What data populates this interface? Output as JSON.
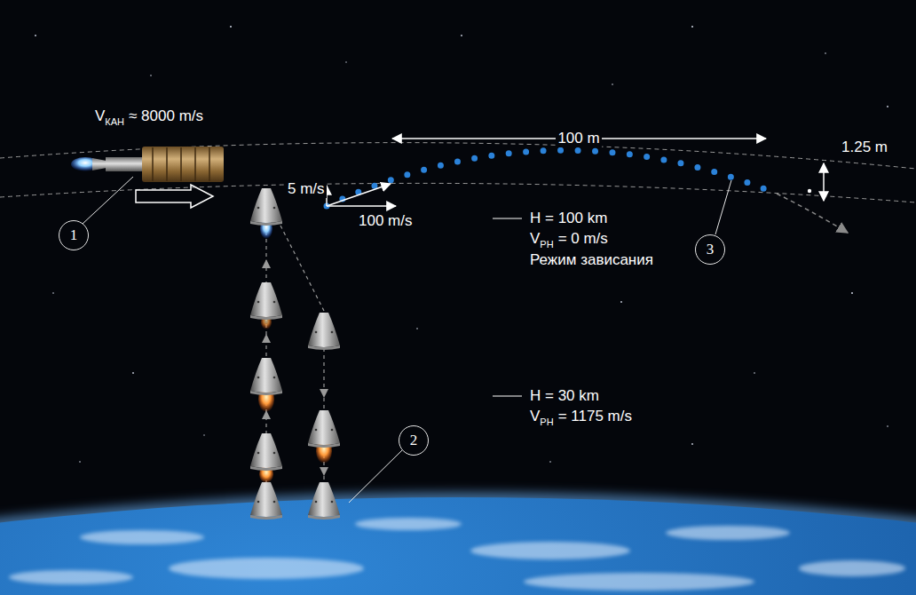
{
  "diagram": {
    "nodes": [
      {
        "text": [
          "1"
        ]
      },
      {
        "text": [
          "2"
        ]
      },
      {
        "text": [
          "3"
        ]
      }
    ],
    "labels": [
      "V",
      "КАН",
      "≈ 8000 m/s",
      "100 m",
      "1.25 m",
      "5 m/s",
      "100 m/s",
      "H = 100 km",
      "V",
      "PH",
      "= 0 m/s",
      "Режим зависания",
      "H = 30 km",
      "V",
      "PH",
      "= 1175 m/s"
    ]
  }
}
